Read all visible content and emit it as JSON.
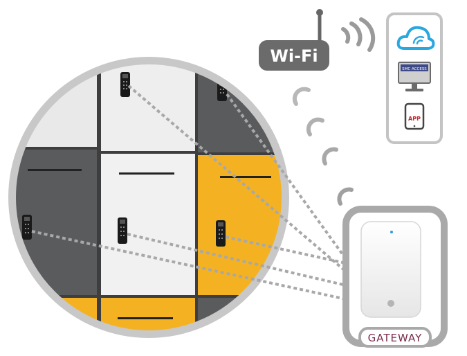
{
  "wifi": {
    "label": "Wi-Fi"
  },
  "gateway": {
    "label": "GATEWAY"
  },
  "cloud_panel": {
    "monitor_label": "SMC ACCESS",
    "app_label": "APP"
  },
  "colors": {
    "frame_gray": "#9a9a9a",
    "dark_gray": "#6b6b6b",
    "locker_yellow": "#f4b222",
    "locker_dark": "#58595b",
    "locker_white": "#ebebeb",
    "gateway_label": "#7a2b4a",
    "cloud_blue": "#29a8e0",
    "app_red": "#c0272d",
    "led_blue": "#2f9be0"
  },
  "icons": [
    "antenna-icon",
    "wifi-signal-icon",
    "cloud-icon",
    "monitor-icon",
    "tablet-icon",
    "keypad-lock-icon",
    "gateway-device-icon"
  ]
}
